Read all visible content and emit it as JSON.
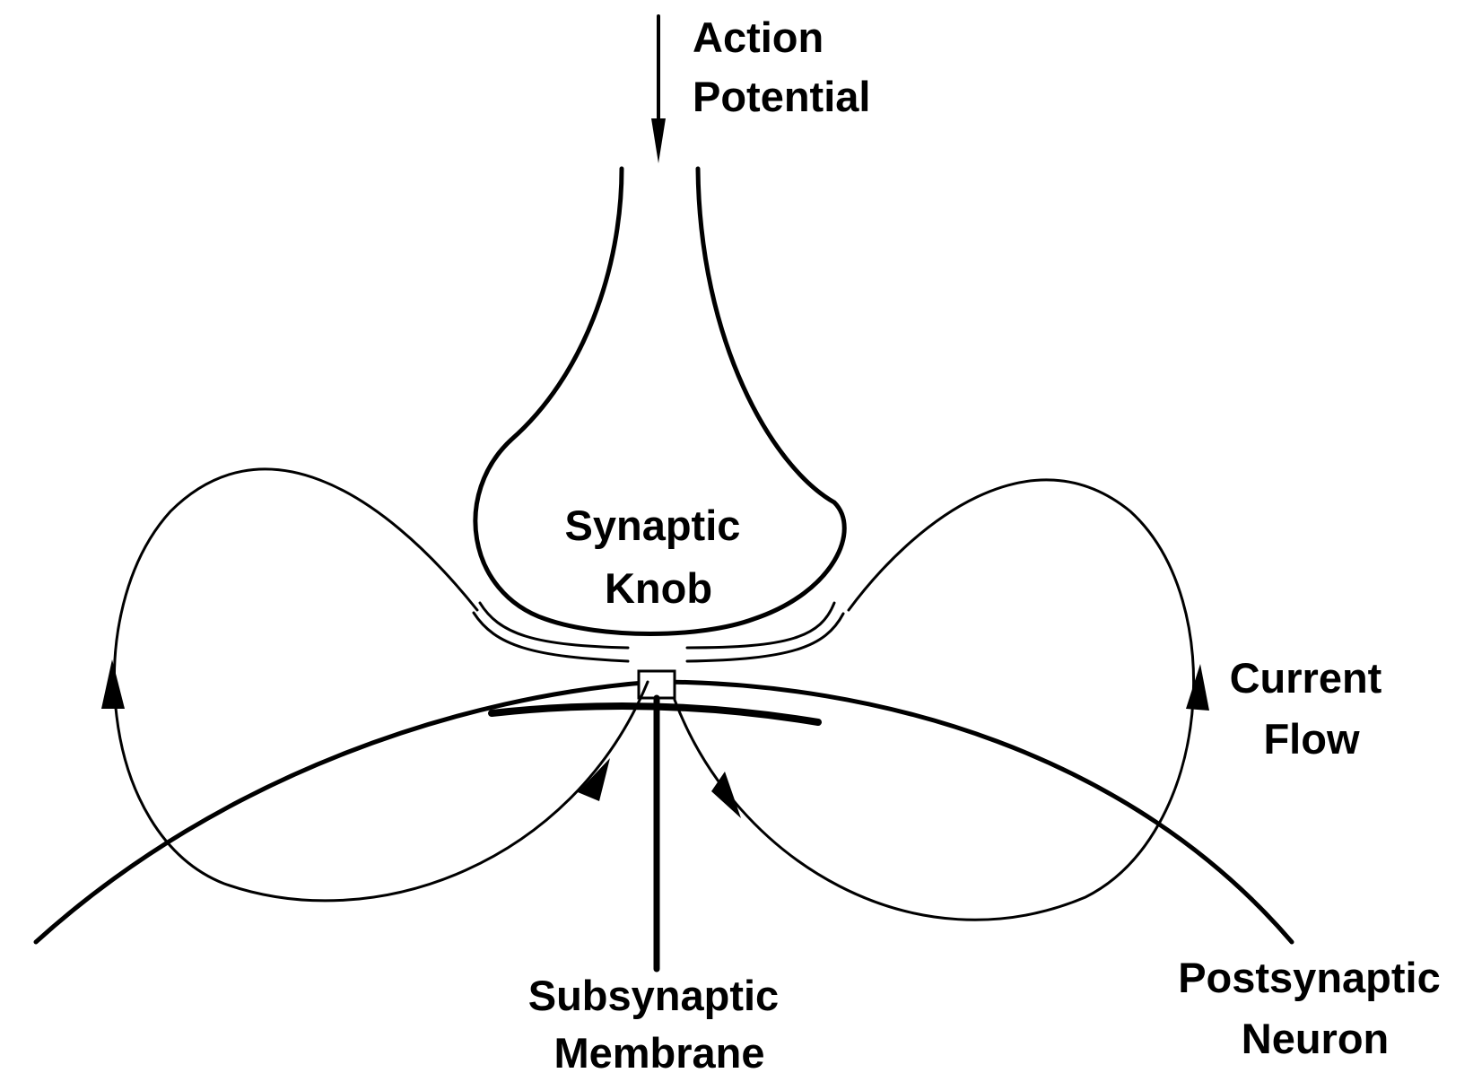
{
  "labels": {
    "action_potential": [
      "Action",
      "Potential"
    ],
    "synaptic_knob": [
      "Synaptic",
      "Knob"
    ],
    "current_flow": [
      "Current",
      "Flow"
    ],
    "subsynaptic_membrane": [
      "Subsynaptic",
      "Membrane"
    ],
    "postsynaptic_neuron": [
      "Postsynaptic",
      "Neuron"
    ]
  },
  "colors": {
    "ink": "#000000",
    "background": "#ffffff"
  },
  "icons": {
    "signal_arrow": "down-arrow-icon",
    "flow_arrows": "arrowhead-icon"
  }
}
